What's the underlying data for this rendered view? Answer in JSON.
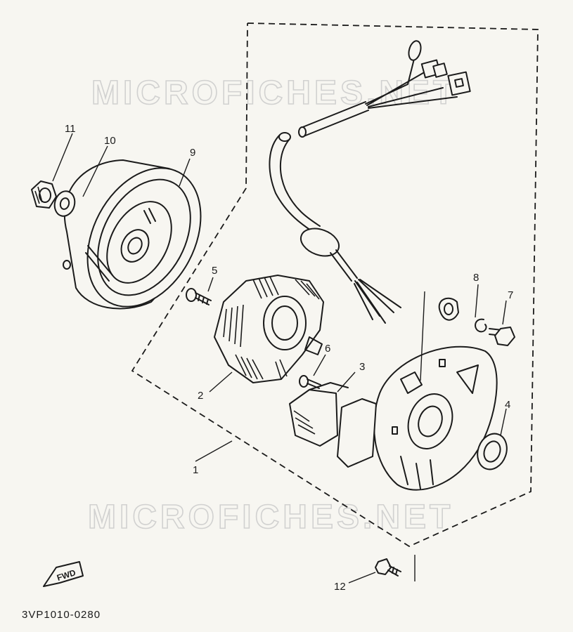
{
  "watermark": {
    "text": "MICROFICHES.NET"
  },
  "drawing_code": "3VP1010-0280",
  "direction_arrow": {
    "label": "FWD"
  },
  "callouts": [
    "1",
    "2",
    "3",
    "4",
    "5",
    "6",
    "7",
    "8",
    "9",
    "10",
    "11",
    "12"
  ]
}
